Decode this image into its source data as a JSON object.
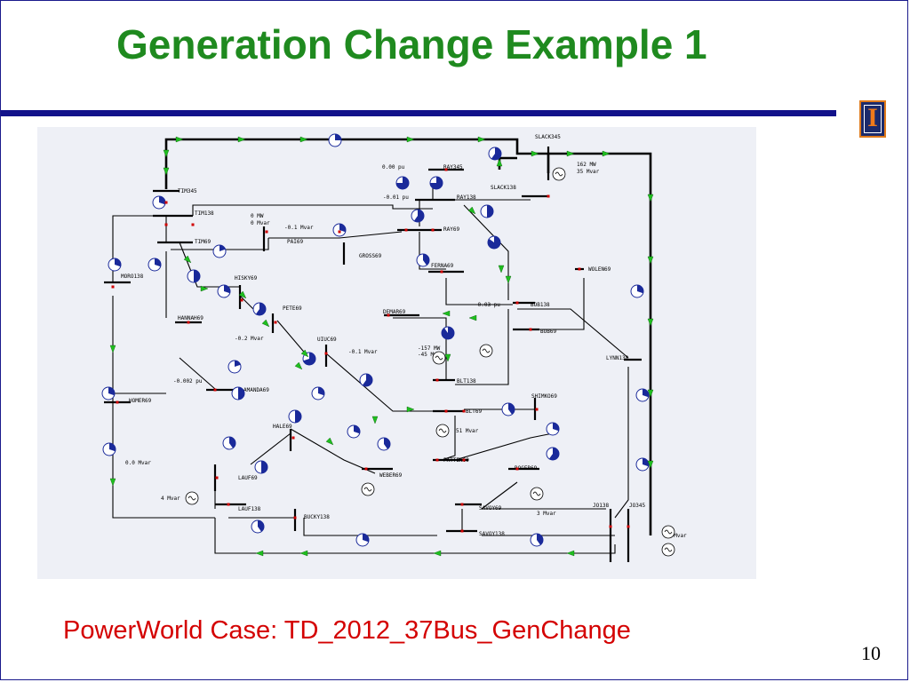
{
  "slide": {
    "title": "Generation Change Example 1",
    "caption": "PowerWorld Case: TD_2012_37Bus_GenChange",
    "page_number": "10",
    "logo_letter": "I"
  },
  "colors": {
    "title": "#1f8a1f",
    "rule": "#12128a",
    "caption": "#d40000",
    "diagram_background": "#eef0f6",
    "flow_arrow": "#1fbf1f",
    "breaker": "#d00000",
    "loading_pie": "#1a2a9a"
  },
  "oneline": {
    "buses": [
      "SLACK345",
      "RAY345",
      "SLACK138",
      "RAY138",
      "TIM345",
      "TIM138",
      "TIM69",
      "PAI69",
      "RAY69",
      "GROSS69",
      "FERNA69",
      "MORO138",
      "HISKY69",
      "PETE69",
      "DEMAR69",
      "BOB138",
      "BOB69",
      "WOLEN69",
      "HANNAH69",
      "UIUC69",
      "LYNN138",
      "AMANDA69",
      "BLT138",
      "BLT69",
      "SHIMKO69",
      "HOMER69",
      "HALE69",
      "PATTEN69",
      "ROGER69",
      "LAUF69",
      "WEBER69",
      "LAUF138",
      "BUCKY138",
      "SAVOY69",
      "SAVOY138",
      "JO138",
      "JO345"
    ],
    "annotations": [
      "0.00 pu",
      "162 MW",
      "35 Mvar",
      "-0.01 pu",
      "0 MW",
      "0 Mvar",
      "-0.1 Mvar",
      "-0.03 pu",
      "-0.2 Mvar",
      "-157 MW",
      "-45 Mvar",
      "-0.002 pu",
      "51 Mvar",
      "0.0 Mvar",
      "4 Mvar",
      "3 Mvar",
      "2 Mvar",
      "-0.1 Mvar"
    ]
  }
}
